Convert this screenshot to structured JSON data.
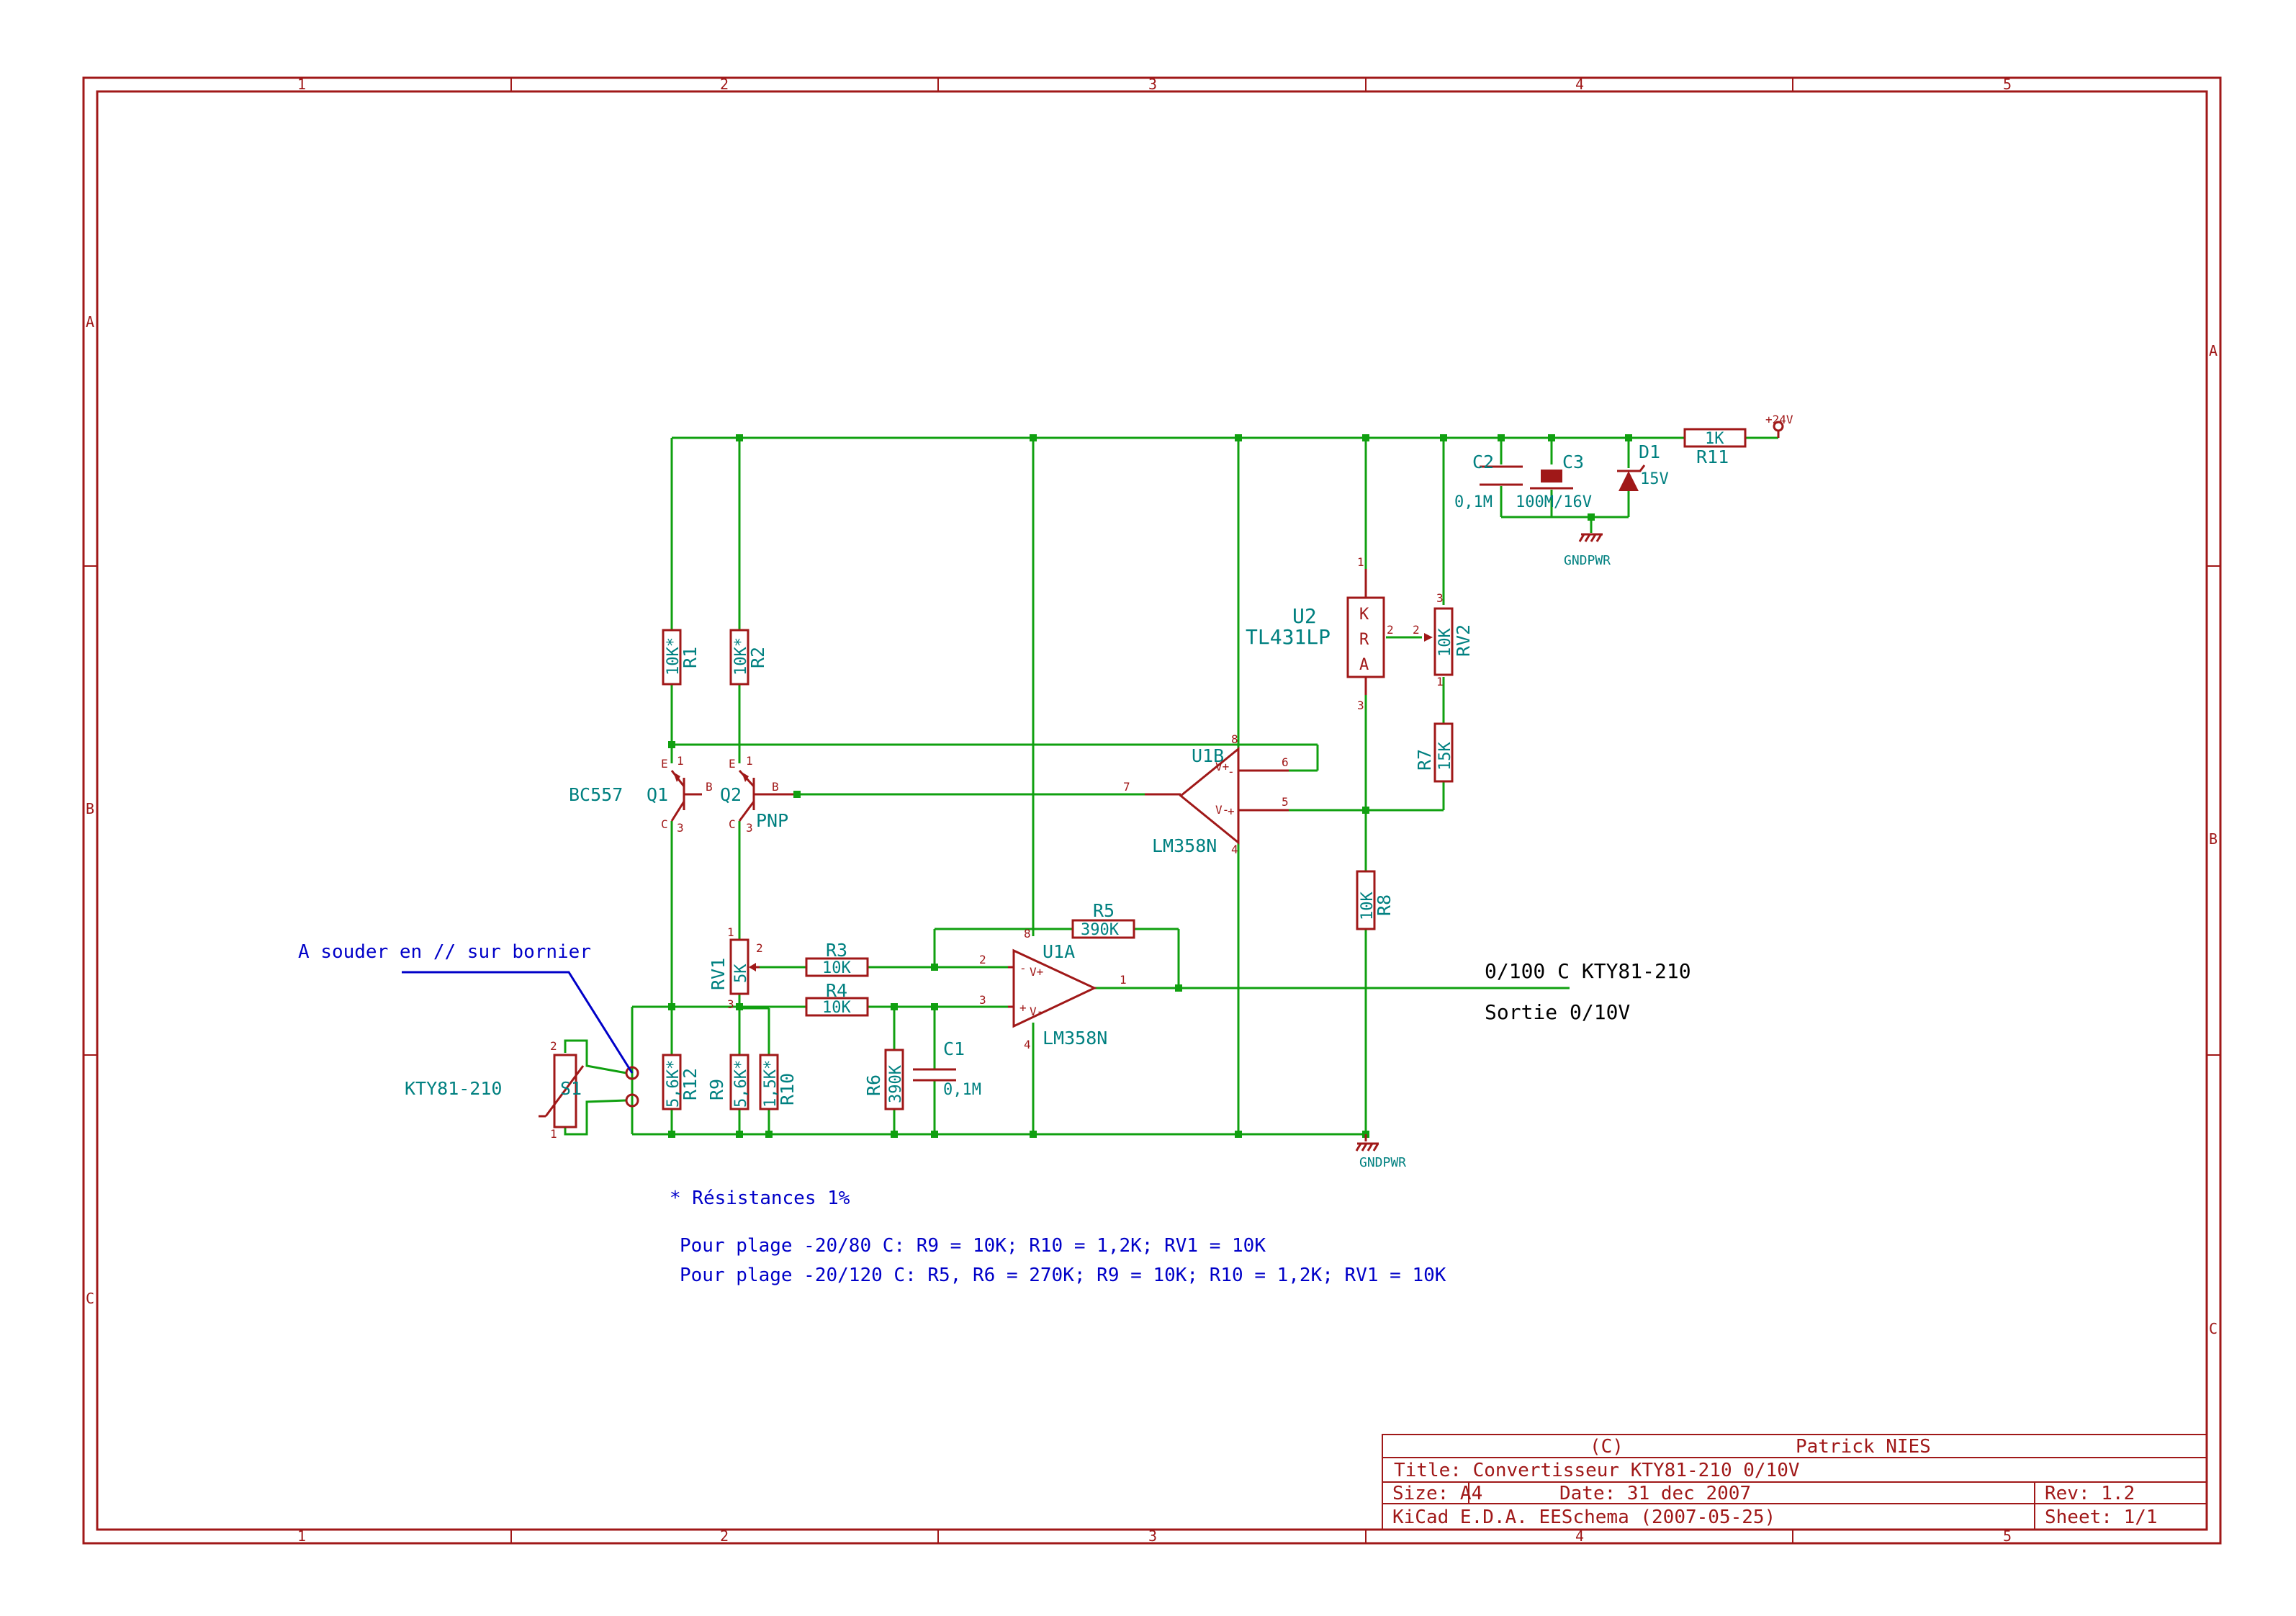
{
  "frame": {
    "col_labels": [
      "1",
      "2",
      "3",
      "4",
      "5"
    ],
    "row_labels": [
      "A",
      "B",
      "C"
    ]
  },
  "title_block": {
    "copyright": "(C)",
    "author": "Patrick NIES",
    "title": "Title: Convertisseur KTY81-210 0/10V",
    "size": "Size: A4",
    "date": "Date: 31 dec 2007",
    "rev": "Rev: 1.2",
    "tool": "KiCad E.D.A.  EESchema (2007-05-25)",
    "sheet": "Sheet: 1/1"
  },
  "notes": {
    "solder": "A souder en // sur bornier",
    "precision": "* Résistances 1%",
    "range1": "Pour plage -20/80 C: R9 = 10K; R10 = 1,2K; RV1 = 10K",
    "range2": "Pour plage -20/120 C: R5, R6 = 270K; R9 = 10K; R10 = 1,2K; RV1 = 10K"
  },
  "nets": {
    "out1": "0/100 C KTY81-210",
    "out2": "Sortie 0/10V",
    "gnd1": "GNDPWR",
    "gnd2": "GNDPWR",
    "vcc": "+24V"
  },
  "components": {
    "R1": {
      "ref": "R1",
      "val": "10K*"
    },
    "R2": {
      "ref": "R2",
      "val": "10K*"
    },
    "R3": {
      "ref": "R3",
      "val": "10K"
    },
    "R4": {
      "ref": "R4",
      "val": "10K"
    },
    "R5": {
      "ref": "R5",
      "val": "390K"
    },
    "R6": {
      "ref": "R6",
      "val": "390K"
    },
    "R7": {
      "ref": "R7",
      "val": "15K"
    },
    "R8": {
      "ref": "R8",
      "val": "10K"
    },
    "R9": {
      "ref": "R9",
      "val": "5,6K*"
    },
    "R10": {
      "ref": "R10",
      "val": "1,5K*"
    },
    "R11": {
      "ref": "R11",
      "val": "1K"
    },
    "R12": {
      "ref": "R12",
      "val": "5,6K*"
    },
    "RV1": {
      "ref": "RV1",
      "val": "5K"
    },
    "RV2": {
      "ref": "RV2",
      "val": "10K"
    },
    "C1": {
      "ref": "C1",
      "val": "0,1M"
    },
    "C2": {
      "ref": "C2",
      "val": "0,1M"
    },
    "C3": {
      "ref": "C3",
      "val": "100M/16V"
    },
    "D1": {
      "ref": "D1",
      "val": "15V"
    },
    "U1A": {
      "ref": "U1A",
      "val": "LM358N"
    },
    "U1B": {
      "ref": "U1B",
      "val": "LM358N"
    },
    "U2": {
      "ref": "U2",
      "val": "TL431LP"
    },
    "Q1": {
      "ref": "Q1",
      "val": "BC557"
    },
    "Q2": {
      "ref": "Q2",
      "val": "PNP"
    },
    "S1": {
      "ref": "S1",
      "val": "KTY81-210"
    }
  },
  "colors": {
    "frame": "#a01818",
    "wire": "#10a010",
    "reference": "#008080",
    "note": "#0000c8"
  }
}
